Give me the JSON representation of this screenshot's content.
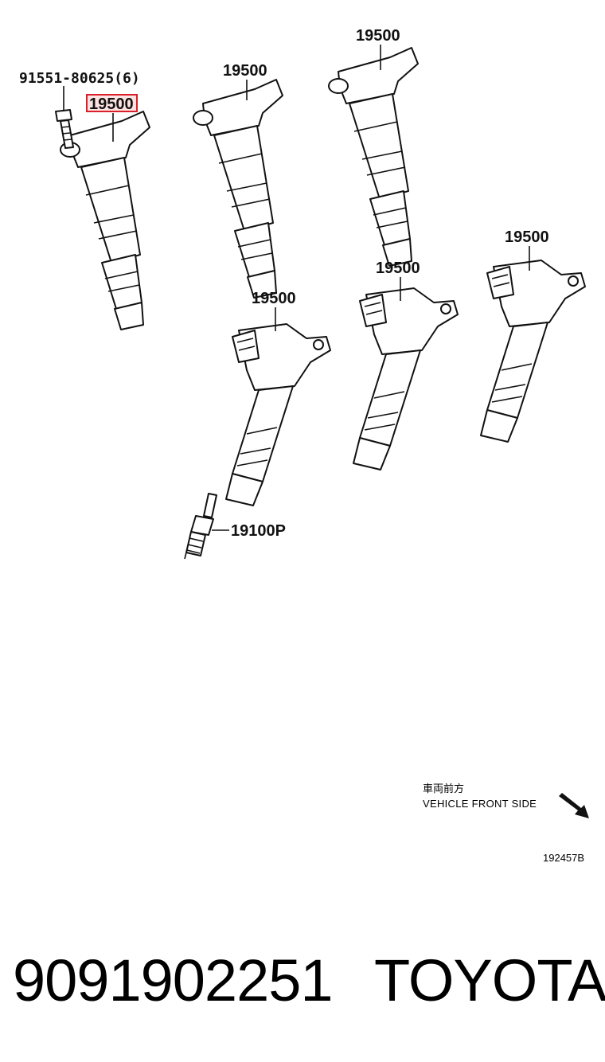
{
  "diagram": {
    "labels": {
      "bolt": "91551-80625(6)",
      "coil_highlighted": "19500",
      "coil_2": "19500",
      "coil_3": "19500",
      "coil_4": "19500",
      "coil_5": "19500",
      "coil_6": "19500",
      "spark_plug": "19100P"
    },
    "highlight_color": "#d9202a",
    "direction_note_jp": "車両前方",
    "direction_note_en": "VEHICLE FRONT SIDE",
    "diagram_code": "192457B"
  },
  "footer": {
    "part_number": "9091902251",
    "brand": "TOYOTA"
  }
}
